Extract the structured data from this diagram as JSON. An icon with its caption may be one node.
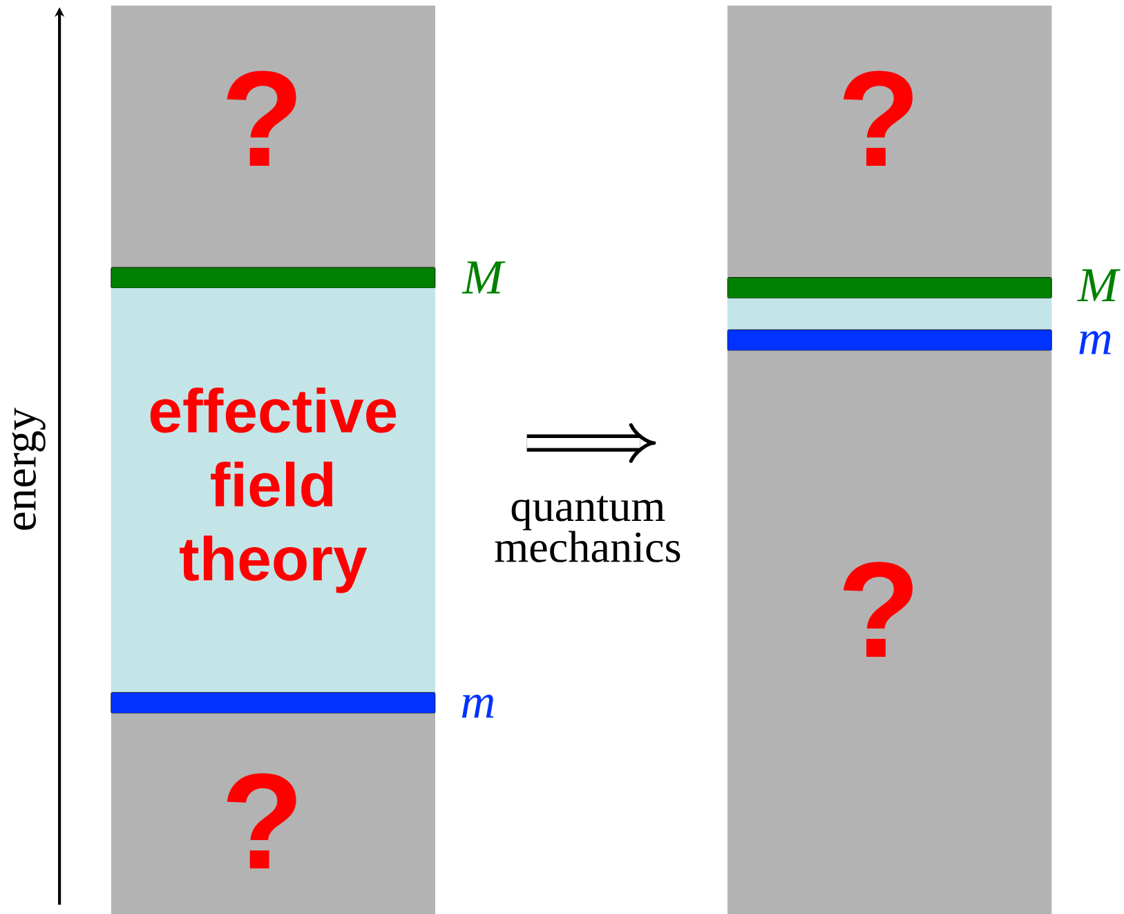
{
  "diagram": {
    "nodes": [
      {
        "text": [],
        "shape": "box"
      },
      {
        "text": [
          "?"
        ],
        "in": 0
      },
      {
        "text": [],
        "shape": "bar",
        "in": 0,
        "beside": [
          "M"
        ]
      },
      {
        "text": [
          "effective field theory"
        ],
        "in": 0
      },
      {
        "text": [],
        "shape": "bar",
        "in": 0,
        "beside": [
          "m"
        ]
      },
      {
        "text": [
          "?"
        ],
        "in": 0
      },
      {
        "text": [],
        "shape": "box"
      },
      {
        "text": [
          "?"
        ],
        "in": 6
      },
      {
        "text": [],
        "shape": "bar",
        "in": 6,
        "beside": [
          "M"
        ]
      },
      {
        "text": [],
        "shape": "box",
        "in": 6
      },
      {
        "text": [],
        "shape": "bar",
        "in": 6,
        "beside": [
          "m"
        ]
      },
      {
        "text": [
          "?"
        ],
        "in": 6
      }
    ],
    "labels": [
      "energy",
      "quantum mechanics"
    ]
  }
}
